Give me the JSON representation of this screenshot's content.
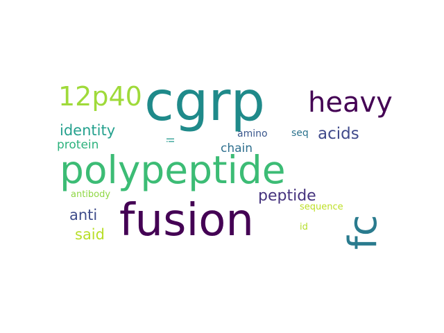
{
  "words": [
    {
      "id": "cgrp",
      "text": "cgrp",
      "color": "#1f8a8a"
    },
    {
      "id": "polypeptide",
      "text": "polypeptide",
      "color": "#3cbc75"
    },
    {
      "id": "fusion",
      "text": "fusion",
      "color": "#440154"
    },
    {
      "id": "fc",
      "text": "fc",
      "color": "#2a7b8e"
    },
    {
      "id": "heavy",
      "text": "heavy",
      "color": "#440154"
    },
    {
      "id": "12p40",
      "text": "12p40",
      "color": "#9fda3a"
    },
    {
      "id": "identity",
      "text": "identity",
      "color": "#25a18e"
    },
    {
      "id": "acids",
      "text": "acids",
      "color": "#404a8b"
    },
    {
      "id": "protein",
      "text": "protein",
      "color": "#2db27d"
    },
    {
      "id": "chain",
      "text": "chain",
      "color": "#2e6f8e"
    },
    {
      "id": "amino",
      "text": "amino",
      "color": "#39568c"
    },
    {
      "id": "seq",
      "text": "seq",
      "color": "#2c738e"
    },
    {
      "id": "il",
      "text": "il",
      "color": "#1f988b"
    },
    {
      "id": "peptide",
      "text": "peptide",
      "color": "#46337e"
    },
    {
      "id": "anti",
      "text": "anti",
      "color": "#3e4c8a"
    },
    {
      "id": "said",
      "text": "said",
      "color": "#b8de29"
    },
    {
      "id": "antibody",
      "text": "antibody",
      "color": "#8fd744"
    },
    {
      "id": "sequence",
      "text": "sequence",
      "color": "#bddf26"
    },
    {
      "id": "id",
      "text": "id",
      "color": "#b5de2b"
    }
  ]
}
